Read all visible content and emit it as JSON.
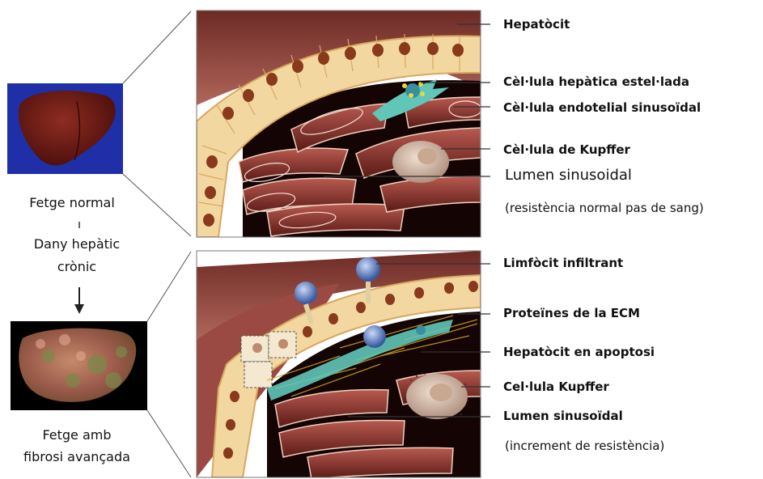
{
  "left": {
    "normal_caption": "Fetge normal",
    "damage_line1": "Dany hepàtic",
    "damage_line2": "crònic",
    "fibrosis_line1": "Fetge amb",
    "fibrosis_line2": "fibrosi avançada"
  },
  "top_labels": [
    {
      "text": "Hepatòcit"
    },
    {
      "text": "Cèl·lula hepàtica estel·lada"
    },
    {
      "text": "Cèl·lula endotelial sinusoïdal"
    },
    {
      "text": "Cèl·lula de Kupffer"
    },
    {
      "text": "Lumen sinusoidal"
    },
    {
      "text": "(resistència normal pas de sang)"
    }
  ],
  "bottom_labels": [
    {
      "text": "Limfòcit infiltrant"
    },
    {
      "text": "Proteïnes de la ECM"
    },
    {
      "text": "Hepatòcit en apoptosi"
    },
    {
      "text": "Cel·lula Kupffer"
    },
    {
      "text": "Lumen sinusoïdal"
    },
    {
      "text": "(increment de resistència)"
    }
  ],
  "colors": {
    "liver_normal": "#6e1a14",
    "normal_bg": "#1e2fa8",
    "fibrosis_bg": "#000000",
    "hepatocyte": "#f3d7a0",
    "nucleus": "#8a3a1c",
    "tissue": "#8a3b35",
    "stellate": "#5fc6b8",
    "lymphocyte": "#5a7fc0"
  }
}
